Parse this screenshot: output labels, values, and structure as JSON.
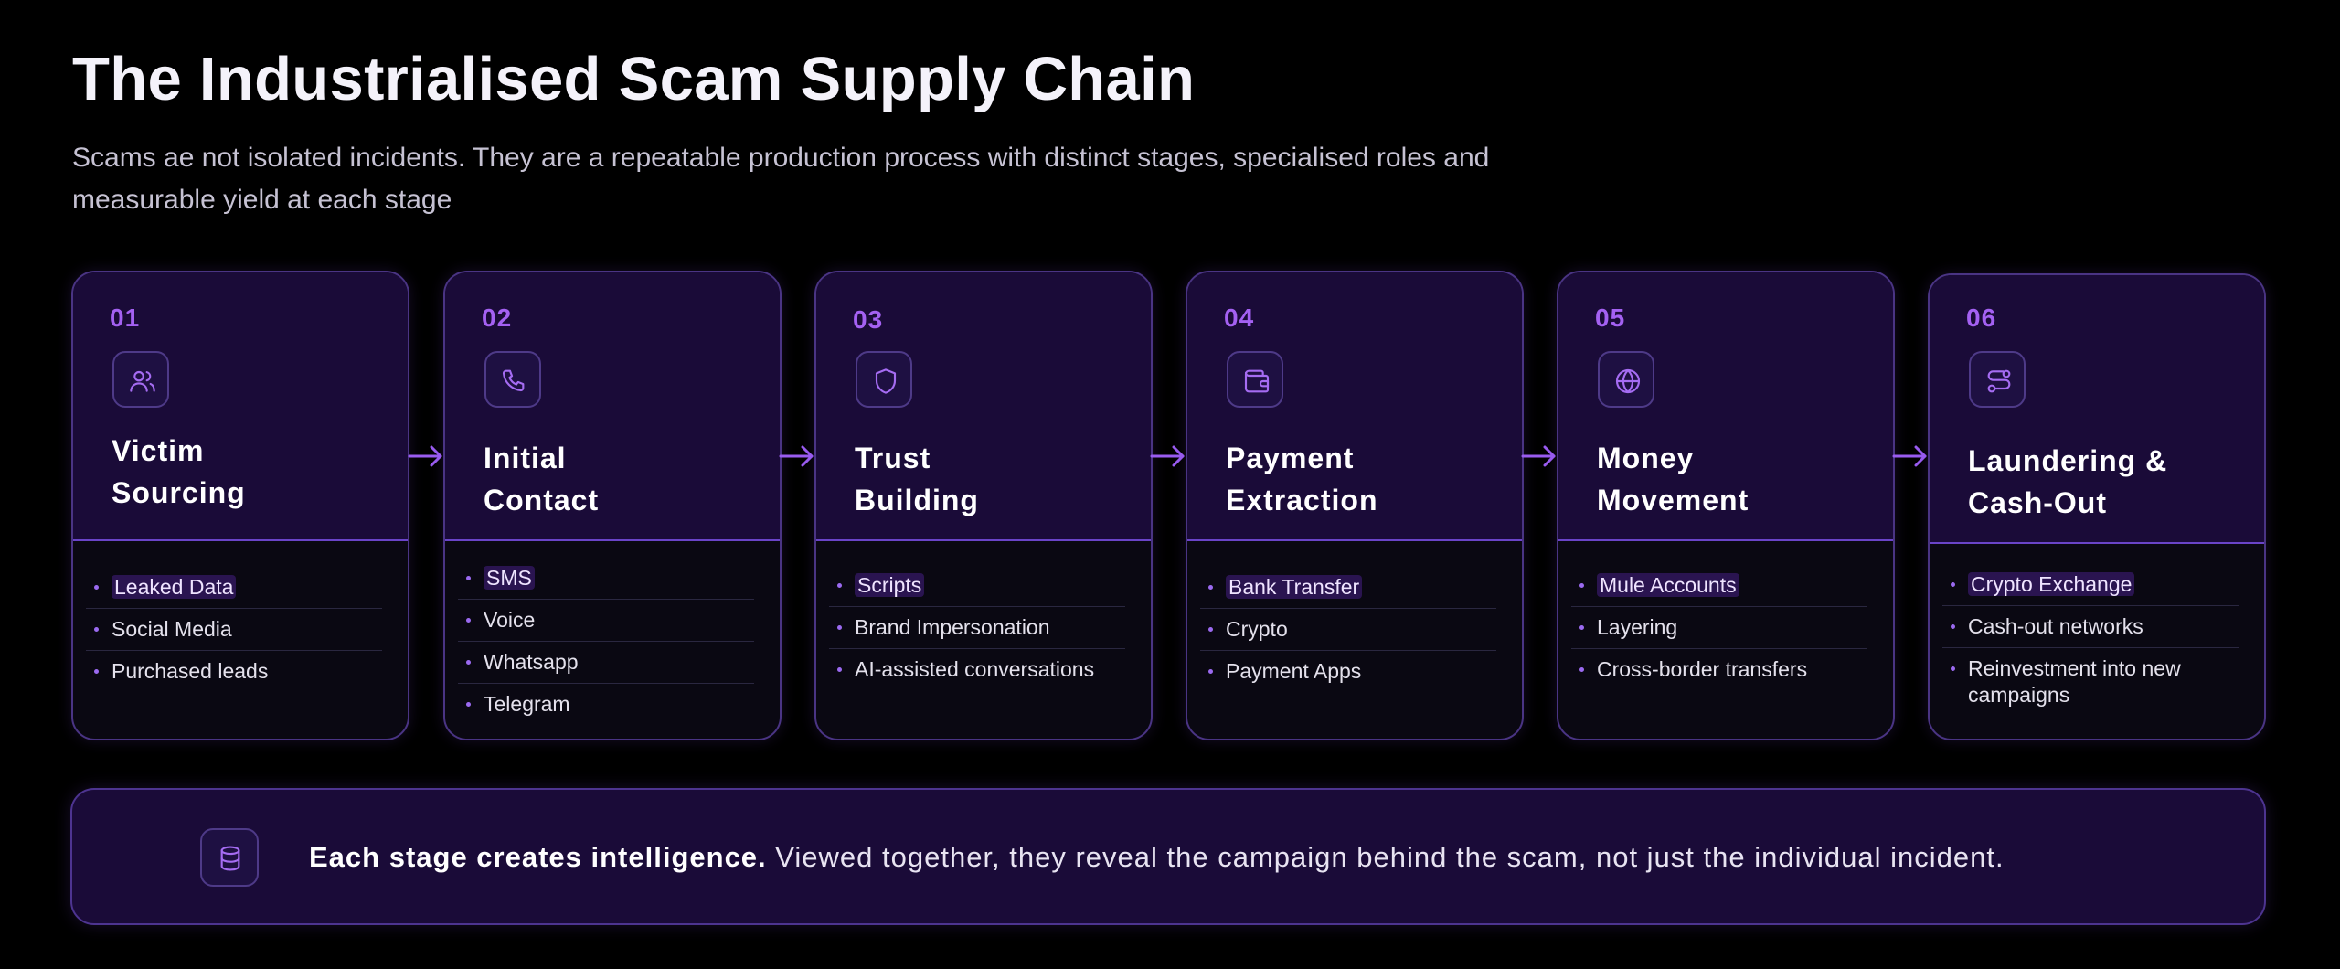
{
  "header": {
    "title": "The Industrialised Scam Supply Chain",
    "subtitle": "Scams ae not isolated incidents. They are a repeatable production process with distinct stages, specialised roles and measurable yield at each stage"
  },
  "colors": {
    "background": "#000000",
    "card_header": "#1a0b38",
    "card_body": "#0a0812",
    "accent": "#a461f2",
    "border": "#4a3484"
  },
  "stages": [
    {
      "number": "01",
      "icon": "users-icon",
      "title_line1": "Victim",
      "title_line2": "Sourcing",
      "items": [
        "Leaked Data",
        "Social Media",
        "Purchased leads"
      ]
    },
    {
      "number": "02",
      "icon": "phone-icon",
      "title_line1": "Initial",
      "title_line2": "Contact",
      "items": [
        "SMS",
        "Voice",
        "Whatsapp",
        "Telegram"
      ]
    },
    {
      "number": "03",
      "icon": "shield-icon",
      "title_line1": "Trust",
      "title_line2": "Building",
      "items": [
        "Scripts",
        "Brand Impersonation",
        "AI-assisted conversations"
      ]
    },
    {
      "number": "04",
      "icon": "wallet-icon",
      "title_line1": "Payment",
      "title_line2": "Extraction",
      "items": [
        "Bank Transfer",
        "Crypto",
        "Payment Apps"
      ]
    },
    {
      "number": "05",
      "icon": "globe-icon",
      "title_line1": "Money",
      "title_line2": "Movement",
      "items": [
        "Mule Accounts",
        "Layering",
        "Cross-border transfers"
      ]
    },
    {
      "number": "06",
      "icon": "route-icon",
      "title_line1": "Laundering &",
      "title_line2": "Cash-Out",
      "items": [
        "Crypto Exchange",
        "Cash-out networks",
        "Reinvestment into new campaigns"
      ]
    }
  ],
  "footer": {
    "icon": "database-icon",
    "bold": "Each stage creates intelligence.",
    "text": " Viewed together, they reveal the campaign behind the scam, not just the individual incident."
  }
}
